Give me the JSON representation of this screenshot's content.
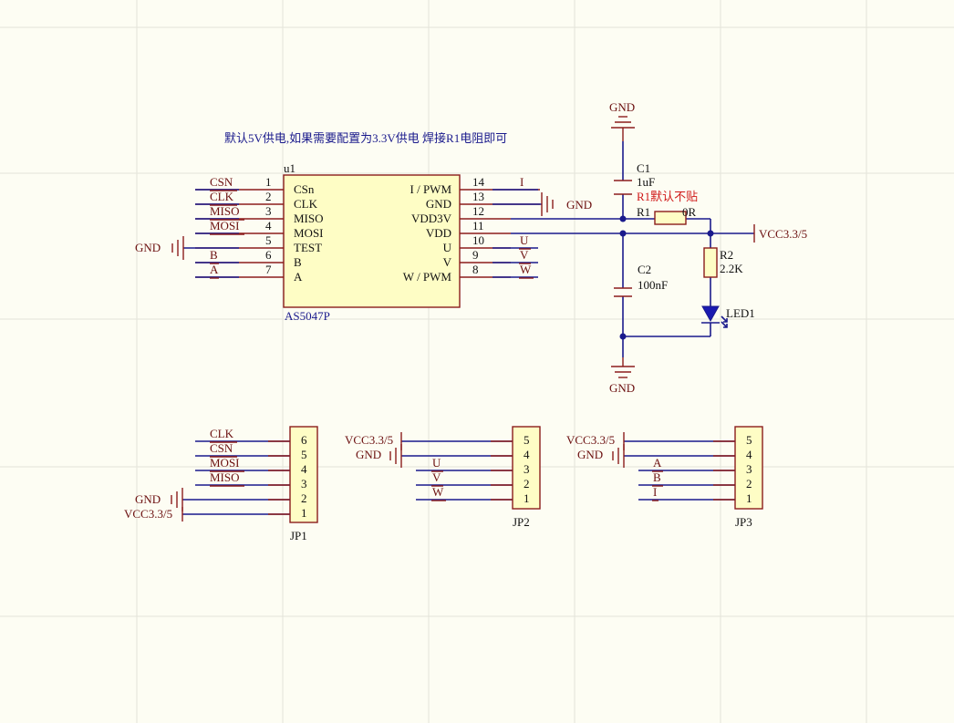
{
  "note": "默认5V供电,如果需要配置为3.3V供电 焊接R1电阻即可",
  "u1": {
    "designator": "u1",
    "part": "AS5047P",
    "left_pins": [
      {
        "num": "1",
        "name": "CSn",
        "net": "CSN"
      },
      {
        "num": "2",
        "name": "CLK",
        "net": "CLK"
      },
      {
        "num": "3",
        "name": "MISO",
        "net": "MISO"
      },
      {
        "num": "4",
        "name": "MOSI",
        "net": "MOSI"
      },
      {
        "num": "5",
        "name": "TEST",
        "net": ""
      },
      {
        "num": "6",
        "name": "B",
        "net": "B"
      },
      {
        "num": "7",
        "name": "A",
        "net": "A"
      }
    ],
    "right_pins": [
      {
        "num": "14",
        "name": "I / PWM",
        "net": "I"
      },
      {
        "num": "13",
        "name": "GND",
        "net": ""
      },
      {
        "num": "12",
        "name": "VDD3V",
        "net": ""
      },
      {
        "num": "11",
        "name": "VDD",
        "net": ""
      },
      {
        "num": "10",
        "name": "U",
        "net": "U"
      },
      {
        "num": "9",
        "name": "V",
        "net": "V"
      },
      {
        "num": "8",
        "name": "W / PWM",
        "net": "W"
      }
    ]
  },
  "power": {
    "gnd": "GND",
    "vcc": "VCC3.3/5"
  },
  "c1": {
    "designator": "C1",
    "value": "1uF"
  },
  "r1": {
    "designator": "R1",
    "value": "0R",
    "note": "R1默认不贴"
  },
  "r2": {
    "designator": "R2",
    "value": "2.2K"
  },
  "c2": {
    "designator": "C2",
    "value": "100nF"
  },
  "led1": {
    "designator": "LED1"
  },
  "jp1": {
    "designator": "JP1",
    "pins": [
      "6",
      "5",
      "4",
      "3",
      "2",
      "1"
    ],
    "nets": [
      "CLK",
      "CSN",
      "MOSI",
      "MISO",
      "GND",
      "VCC3.3/5"
    ]
  },
  "jp2": {
    "designator": "JP2",
    "pins": [
      "5",
      "4",
      "3",
      "2",
      "1"
    ],
    "nets": [
      "VCC3.3/5",
      "GND",
      "U",
      "V",
      "W"
    ]
  },
  "jp3": {
    "designator": "JP3",
    "pins": [
      "5",
      "4",
      "3",
      "2",
      "1"
    ],
    "nets": [
      "VCC3.3/5",
      "GND",
      "A",
      "B",
      "I"
    ]
  },
  "colors": {
    "background": "#fdfdf3",
    "wire": "#1a1a8c",
    "component": "#8b1c1c",
    "component_fill": "#fefdc5",
    "annotation_red": "#d01818"
  }
}
